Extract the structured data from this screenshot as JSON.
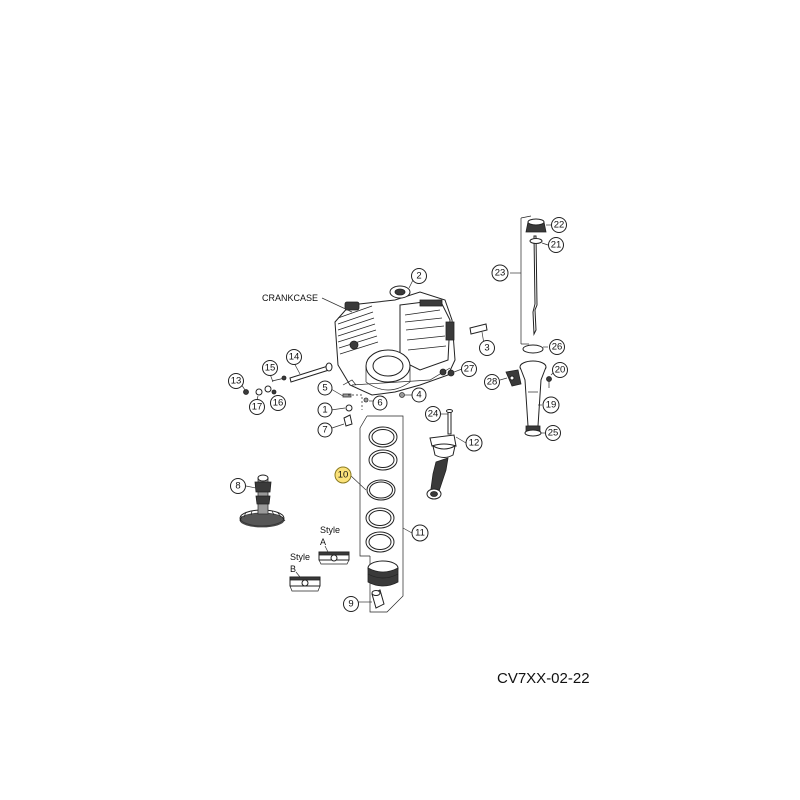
{
  "diagram": {
    "crankcase_label": "CRANKCASE",
    "style_a": {
      "word": "Style",
      "letter": "A"
    },
    "style_b": {
      "word": "Style",
      "letter": "B"
    },
    "figure_code": "CV7XX-02-22",
    "highlight_color": "#fbe27a"
  },
  "callouts": {
    "c1": "1",
    "c2": "2",
    "c3": "3",
    "c4": "4",
    "c5": "5",
    "c6": "6",
    "c7": "7",
    "c8": "8",
    "c9": "9",
    "c10": "10",
    "c11": "11",
    "c12": "12",
    "c13": "13",
    "c14": "14",
    "c15": "15",
    "c16": "16",
    "c17": "17",
    "c19": "19",
    "c20": "20",
    "c21": "21",
    "c22": "22",
    "c23": "23",
    "c24": "24",
    "c25": "25",
    "c26": "26",
    "c27": "27",
    "c28": "28"
  },
  "highlighted_callout": "10"
}
